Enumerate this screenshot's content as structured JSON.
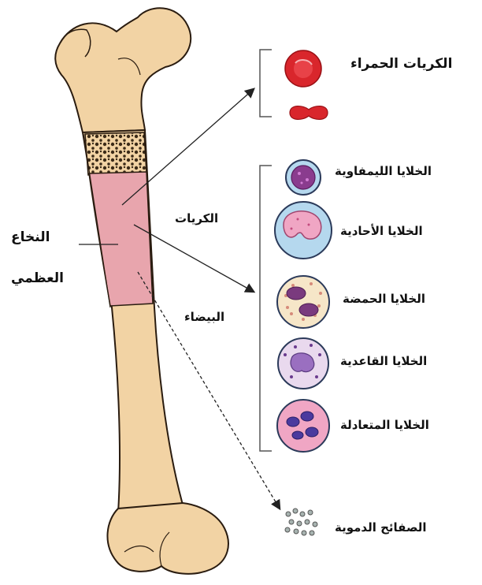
{
  "labels": {
    "red_cells": "الكريات الحمراء",
    "lymphocytes": "الخلايا الليمفاوية",
    "monocytes": "الخلايا الأحادية",
    "eosinophils": "الخلايا الحمضة",
    "basophils": "الخلايا القاعدية",
    "neutrophils": "الخلايا المتعادلة",
    "platelets": "الصفائح الدموية",
    "marrow_line1": "النخاع",
    "marrow_line2": "العظمي",
    "white_cells_line1": "الكريات",
    "white_cells_line2": "البيضاء"
  },
  "colors": {
    "bone": "#f2d3a4",
    "bone_outline": "#2a1c10",
    "marrow": "#e8a5ad",
    "red_cell": "#d9262c",
    "cell_blue": "#b5d8ee",
    "cell_pink": "#f0a6c4",
    "nucleus_purple": "#8a3c8e"
  }
}
